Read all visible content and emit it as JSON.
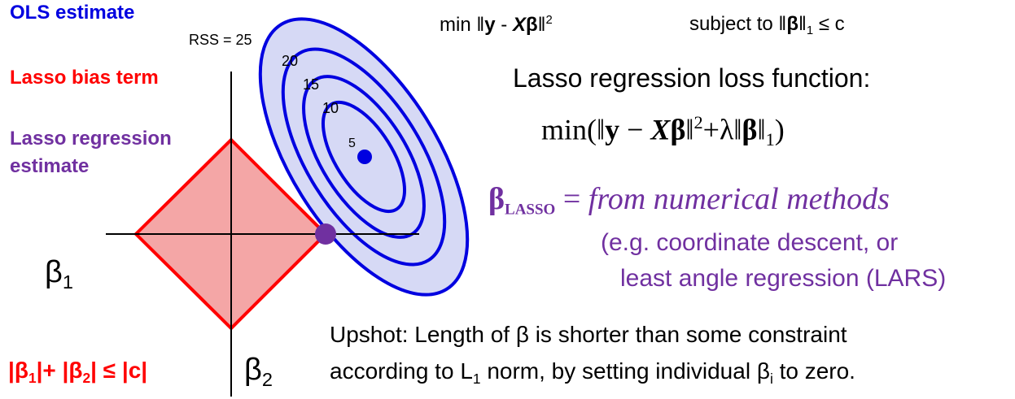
{
  "legend": {
    "ols_label": "OLS estimate",
    "lasso_bias_label": "Lasso bias term",
    "lasso_estimate_line1": "Lasso regression",
    "lasso_estimate_line2": "estimate"
  },
  "colors": {
    "ols": "#0000e0",
    "lasso_bias": "#ff0000",
    "lasso_estimate": "#7030a0",
    "diamond_fill": "#f4a6a6",
    "ellipse_fill": "#d6d9f5"
  },
  "plot": {
    "rss_label": "RSS = 25",
    "contour_levels": [
      "20",
      "15",
      "10",
      "5"
    ],
    "axis_beta1": "β",
    "axis_beta1_sub": "1",
    "axis_beta2": "β",
    "axis_beta2_sub": "2"
  },
  "constraint": {
    "b1": "|β",
    "s1": "1",
    "mid": "|+ |β",
    "s2": "2",
    "rest": "| ≤ |c|"
  },
  "formula_top": {
    "min_text": "min ‖",
    "y": "y",
    "dash": " - ",
    "x": "X",
    "beta": "β",
    "close": "‖",
    "sq": "2",
    "subject_text": "subject to ‖",
    "sub_beta": "β",
    "sub_close": "‖",
    "sub_one": "1",
    "sub_rest": " ≤ c"
  },
  "loss": {
    "title": "Lasso regression loss function:",
    "min": "min(‖",
    "y": "y",
    "minus": " − ",
    "x": "X",
    "beta": "β",
    "close": "‖",
    "sq": "2",
    "plus": "+λ‖",
    "beta2": "β",
    "close2": "‖",
    "one": "1",
    "end": ")"
  },
  "beta_lasso": {
    "symbol": "β",
    "sub": "LASSO",
    "eq": " = ",
    "text": "from numerical methods",
    "line2": "(e.g. coordinate descent, or",
    "line3": "least angle regression (LARS)"
  },
  "upshot": {
    "line1": "Upshot: Length of β is shorter than some constraint",
    "line2_pre": "according to L",
    "line2_sub": "1",
    "line2_mid": " norm, by setting individual β",
    "line2_sub2": "i",
    "line2_end": " to zero."
  }
}
